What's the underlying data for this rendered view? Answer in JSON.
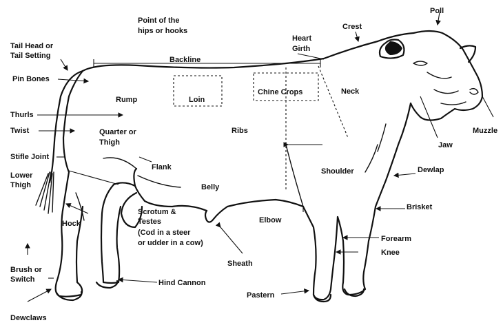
{
  "labels": {
    "poll": "Poll",
    "crest": "Crest",
    "point_of_hips_1": "Point of the",
    "point_of_hips_2": "hips or hooks",
    "heart_girth_1": "Heart",
    "heart_girth_2": "Girth",
    "tail_head_1": "Tail Head or",
    "tail_head_2": "Tail Setting",
    "backline": "Backline",
    "pin_bones": "Pin Bones",
    "rump": "Rump",
    "loin": "Loin",
    "chine_crops": "Chine Crops",
    "neck": "Neck",
    "thurls": "Thurls",
    "twist": "Twist",
    "quarter_1": "Quarter or",
    "quarter_2": "Thigh",
    "ribs": "Ribs",
    "muzzle": "Muzzle",
    "jaw": "Jaw",
    "stifle_joint": "Stifle Joint",
    "flank": "Flank",
    "shoulder": "Shoulder",
    "dewlap": "Dewlap",
    "lower_thigh_1": "Lower",
    "lower_thigh_2": "Thigh",
    "belly": "Belly",
    "brisket": "Brisket",
    "scrotum_1": "Scrotum &",
    "scrotum_2": "Testes",
    "scrotum_3": "(Cod in a steer",
    "scrotum_4": "or udder in a cow)",
    "hock": "Hock",
    "elbow": "Elbow",
    "forearm": "Forearm",
    "knee": "Knee",
    "sheath": "Sheath",
    "brush_1": "Brush or",
    "brush_2": "Switch",
    "hind_cannon": "Hind Cannon",
    "pastern": "Pastern",
    "dewclaws": "Dewclaws"
  }
}
